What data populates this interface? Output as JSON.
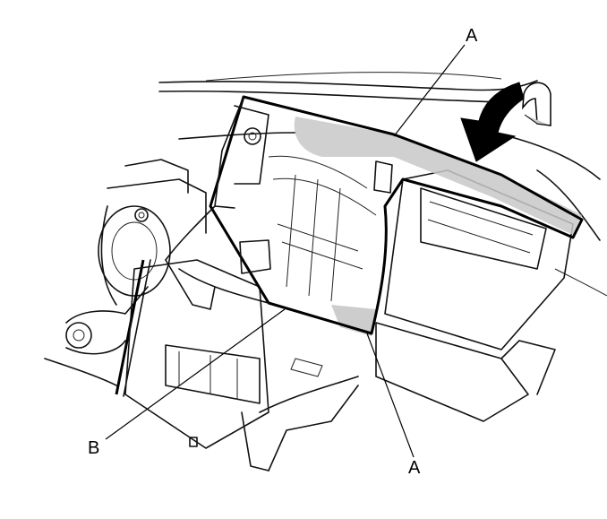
{
  "diagram": {
    "callouts": [
      {
        "id": "a-top",
        "label": "A"
      },
      {
        "id": "a-bottom",
        "label": "A"
      },
      {
        "id": "b",
        "label": "B"
      }
    ],
    "colors": {
      "line": "#111111",
      "highlight": "#c8c8c8",
      "arrow": "#000000",
      "background": "#ffffff"
    },
    "icons": [
      "push-direction-arrow-icon"
    ]
  }
}
